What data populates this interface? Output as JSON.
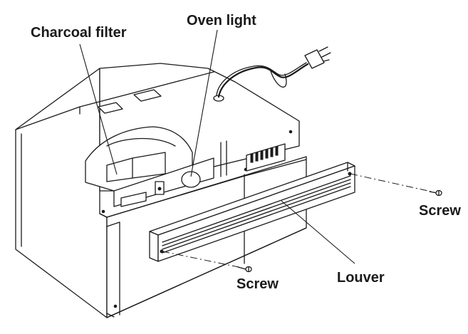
{
  "labels": {
    "charcoal_filter": "Charcoal filter",
    "oven_light": "Oven light",
    "screw_right": "Screw",
    "screw_bottom": "Screw",
    "louver": "Louver"
  }
}
